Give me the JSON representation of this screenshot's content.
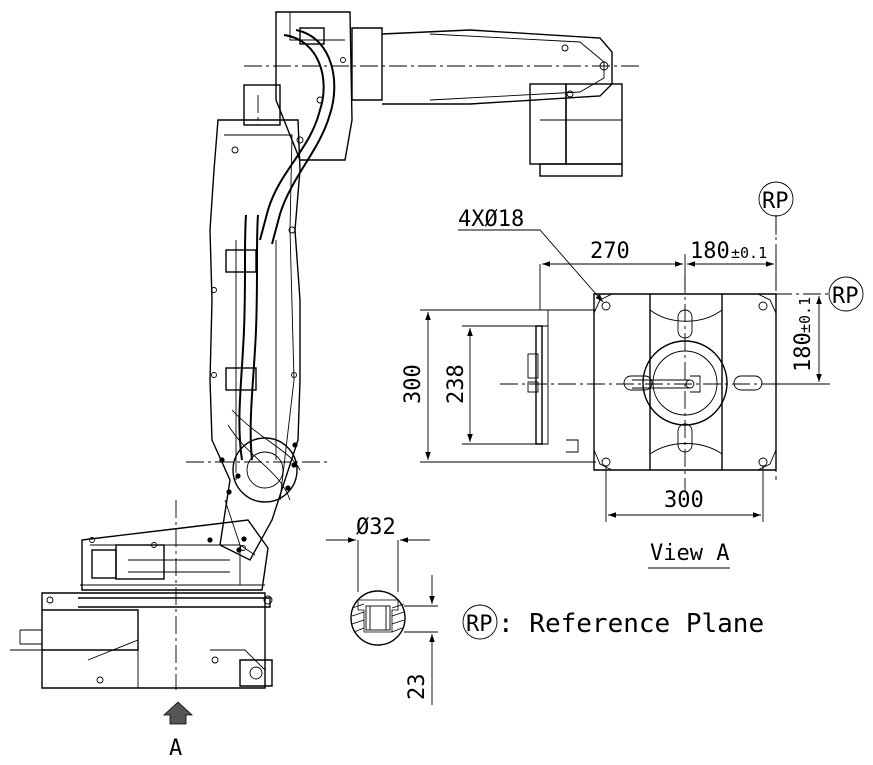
{
  "labels": {
    "hole_spec": "4XØ18",
    "dim_270": "270",
    "dim_180_top": "180",
    "tol_top": "±0.1",
    "dim_180_side": "180",
    "tol_side": "±0.1",
    "dim_300_vert": "300",
    "dim_238": "238",
    "dim_300_horiz": "300",
    "view_a": "View A",
    "dia_32": "Ø32",
    "dim_23": "23",
    "rp_symbol": "RP",
    "rp_legend": ": Reference Plane",
    "view_arrow_label": "A"
  }
}
